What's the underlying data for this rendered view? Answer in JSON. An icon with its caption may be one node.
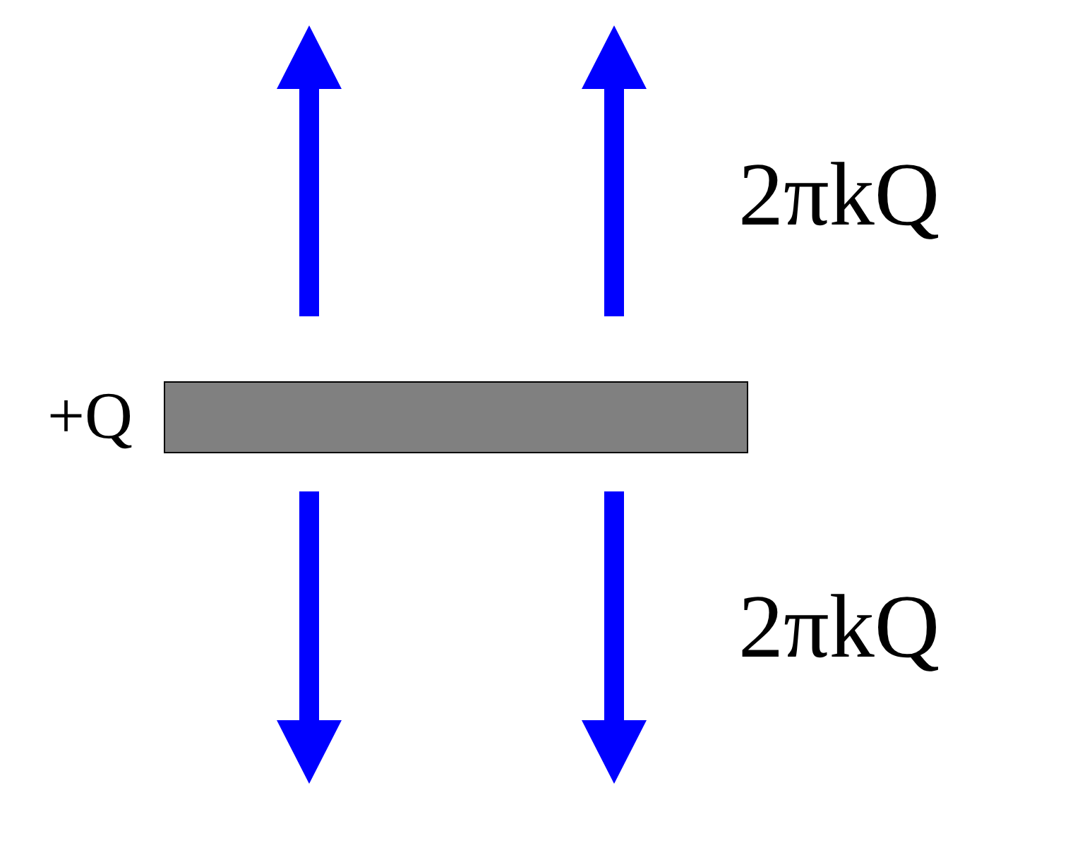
{
  "diagram": {
    "nodes": [
      {
        "text": [],
        "shape": "bar",
        "beside": [
          "+Q"
        ]
      }
    ],
    "labels": [
      "2πkQ",
      "2πkQ"
    ]
  }
}
